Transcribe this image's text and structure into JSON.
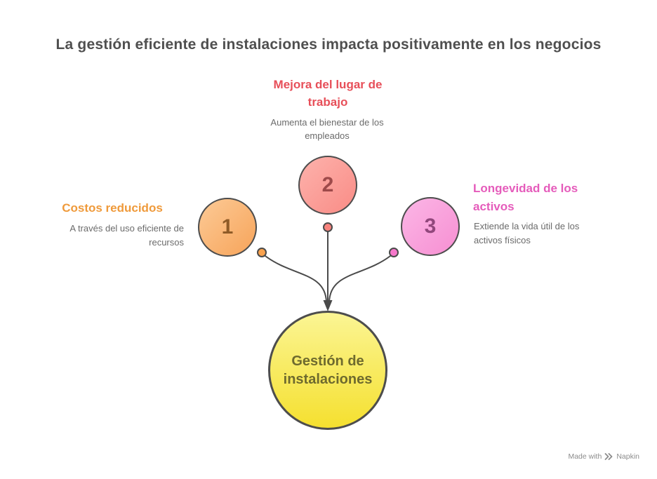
{
  "title": "La gestión eficiente de instalaciones impacta positivamente en los negocios",
  "nodes": [
    {
      "number": "1",
      "heading": "Costos reducidos",
      "description": "A través del uso eficiente de recursos",
      "accent_color": "#ef9a3b",
      "circle_color": "#f7a45a",
      "number_color": "#8f5b27"
    },
    {
      "number": "2",
      "heading": "Mejora del lugar de trabajo",
      "description": "Aumenta el bienestar de los empleados",
      "accent_color": "#e74f59",
      "circle_color": "#f98c86",
      "number_color": "#9e4a4a"
    },
    {
      "number": "3",
      "heading": "Longevidad de los activos",
      "description": "Extiende la vida útil de los activos físicos",
      "accent_color": "#e55cbb",
      "circle_color": "#f78fd2",
      "number_color": "#91477c"
    }
  ],
  "center_node": {
    "label": "Gestión de instalaciones",
    "fill_color": "#f5e02f",
    "text_color": "#6e6a2e"
  },
  "connector_color": "#4a4a4a",
  "title_color": "#4f4f4f",
  "description_color": "#6b6b6b",
  "footer": {
    "made_with": "Made with",
    "brand": "Napkin"
  }
}
